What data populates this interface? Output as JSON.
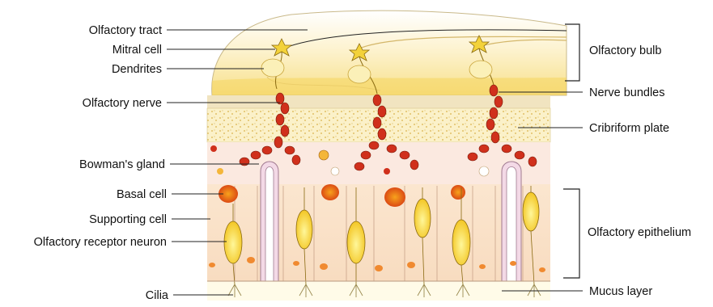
{
  "figure": {
    "left_labels": {
      "olfactory_tract": "Olfactory tract",
      "mitral_cell": "Mitral cell",
      "dendrites": "Dendrites",
      "olfactory_nerve": "Olfactory nerve",
      "bowmans_gland": "Bowman's gland",
      "basal_cell": "Basal cell",
      "supporting_cell": "Supporting cell",
      "olfactory_receptor_neuron": "Olfactory receptor neuron",
      "cilia": "Cilia"
    },
    "right_labels": {
      "olfactory_bulb": "Olfactory bulb",
      "nerve_bundles": "Nerve bundles",
      "cribriform_plate": "Cribriform plate",
      "olfactory_epithelium": "Olfactory epithelium",
      "mucus_layer": "Mucus layer"
    }
  }
}
